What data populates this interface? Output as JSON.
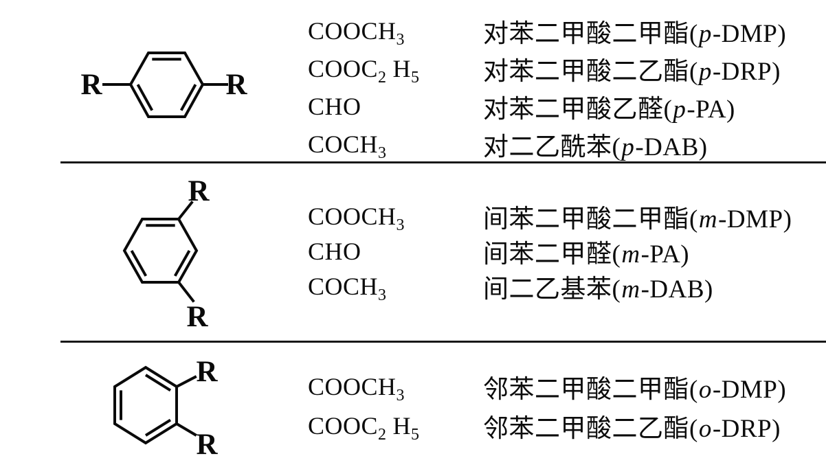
{
  "colors": {
    "background": "#ffffff",
    "text": "#0c0c0c",
    "line": "#171717"
  },
  "sections": [
    {
      "structure": "para-disubstituted-benzene",
      "substituent_label": "R",
      "rows": [
        {
          "formula": [
            [
              "n",
              "COOCH"
            ],
            [
              "s",
              "3"
            ]
          ],
          "name": [
            [
              "n",
              "对苯二甲酸二甲酯("
            ],
            [
              "i",
              "p"
            ],
            [
              "n",
              "-DMP)"
            ]
          ]
        },
        {
          "formula": [
            [
              "n",
              "COOC"
            ],
            [
              "s",
              "2"
            ],
            [
              "n",
              " H"
            ],
            [
              "s",
              "5"
            ]
          ],
          "name": [
            [
              "n",
              "对苯二甲酸二乙酯("
            ],
            [
              "i",
              "p"
            ],
            [
              "n",
              "-DRP)"
            ]
          ]
        },
        {
          "formula": [
            [
              "n",
              "CHO"
            ]
          ],
          "name": [
            [
              "n",
              "对苯二甲酸乙醛("
            ],
            [
              "i",
              "p"
            ],
            [
              "n",
              "-PA)"
            ]
          ]
        },
        {
          "formula": [
            [
              "n",
              "COCH"
            ],
            [
              "s",
              "3"
            ]
          ],
          "name": [
            [
              "n",
              "对二乙酰苯("
            ],
            [
              "i",
              "p"
            ],
            [
              "n",
              "-DAB)"
            ]
          ]
        }
      ]
    },
    {
      "structure": "meta-disubstituted-benzene",
      "substituent_label": "R",
      "rows": [
        {
          "formula": [
            [
              "n",
              "COOCH"
            ],
            [
              "s",
              "3"
            ]
          ],
          "name": [
            [
              "n",
              "间苯二甲酸二甲酯("
            ],
            [
              "i",
              "m"
            ],
            [
              "n",
              "-DMP)"
            ]
          ]
        },
        {
          "formula": [
            [
              "n",
              "CHO"
            ]
          ],
          "name": [
            [
              "n",
              "间苯二甲醛("
            ],
            [
              "i",
              "m"
            ],
            [
              "n",
              "-PA)"
            ]
          ]
        },
        {
          "formula": [
            [
              "n",
              "COCH"
            ],
            [
              "s",
              "3"
            ]
          ],
          "name": [
            [
              "n",
              "间二乙基苯("
            ],
            [
              "i",
              "m"
            ],
            [
              "n",
              "-DAB)"
            ]
          ]
        }
      ]
    },
    {
      "structure": "ortho-disubstituted-benzene",
      "substituent_label": "R",
      "rows": [
        {
          "formula": [
            [
              "n",
              "COOCH"
            ],
            [
              "s",
              "3"
            ]
          ],
          "name": [
            [
              "n",
              "邻苯二甲酸二甲酯("
            ],
            [
              "i",
              "o"
            ],
            [
              "n",
              "-DMP)"
            ]
          ]
        },
        {
          "formula": [
            [
              "n",
              "COOC"
            ],
            [
              "s",
              "2"
            ],
            [
              "n",
              " H"
            ],
            [
              "s",
              "5"
            ]
          ],
          "name": [
            [
              "n",
              "邻苯二甲酸二乙酯("
            ],
            [
              "i",
              "o"
            ],
            [
              "n",
              "-DRP)"
            ]
          ]
        }
      ]
    }
  ]
}
